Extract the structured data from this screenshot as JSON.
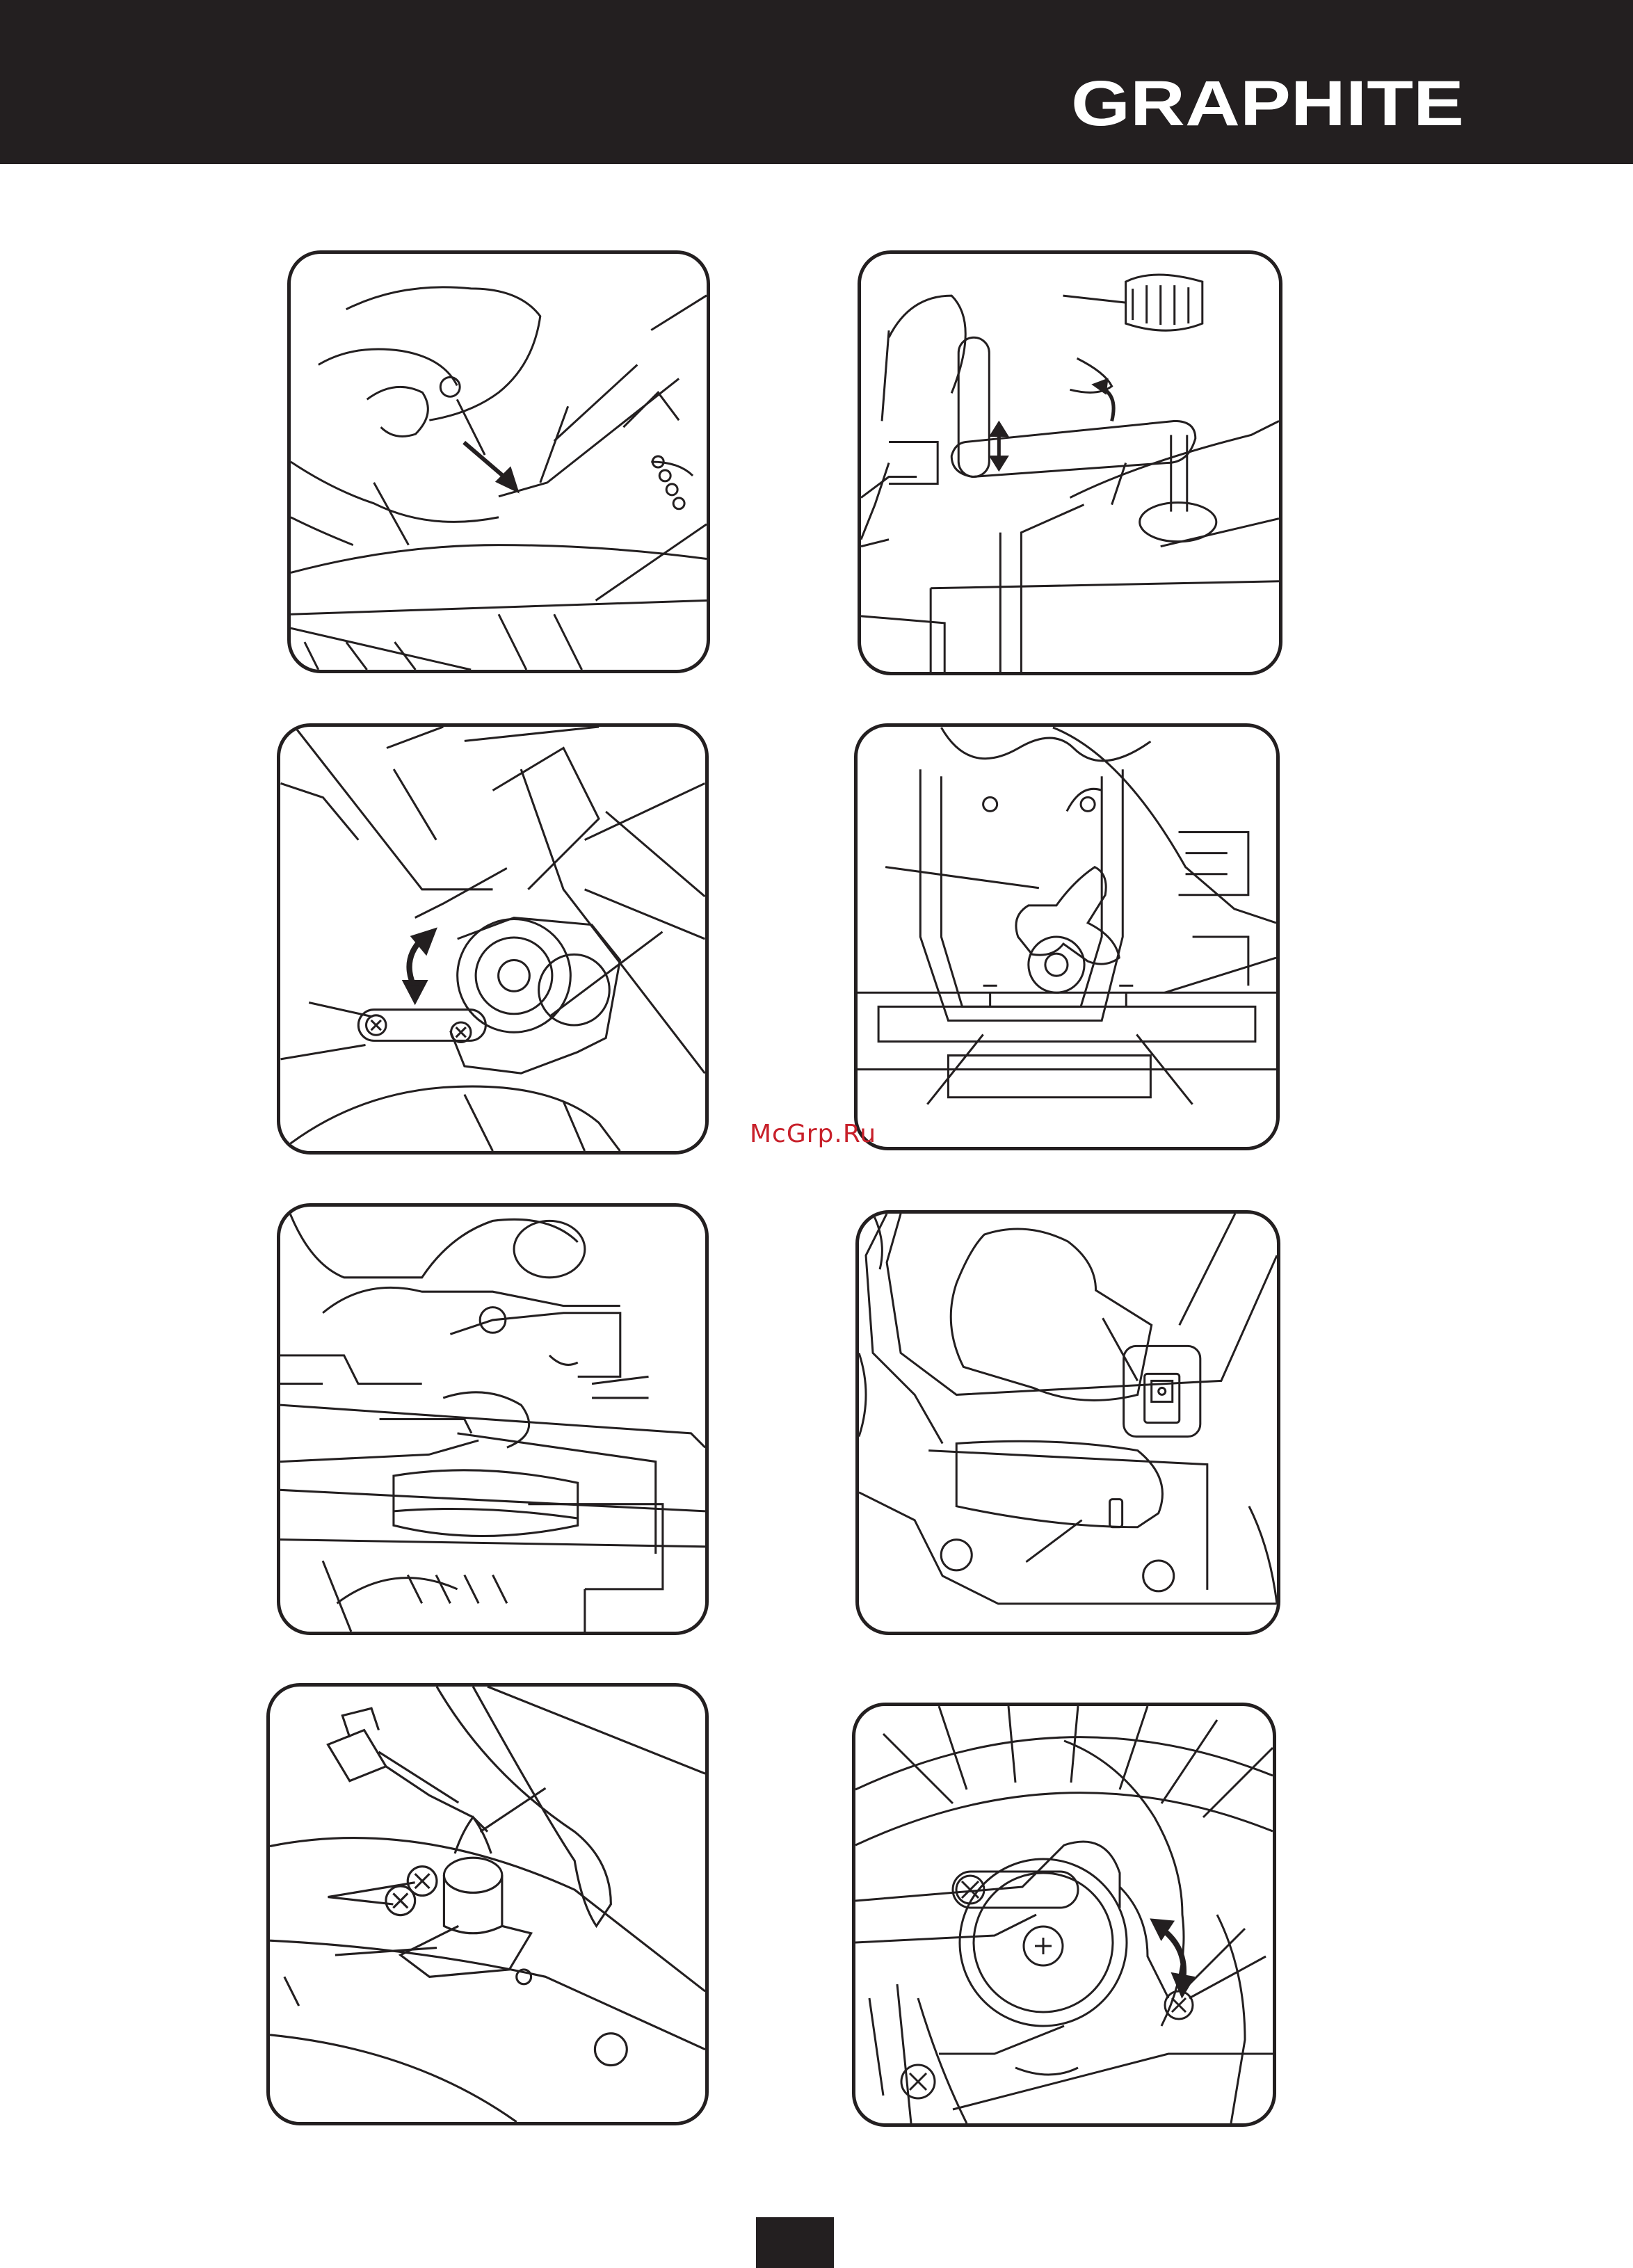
{
  "header": {
    "brand": "GRAPHITE",
    "background_color": "#231f20",
    "logo_color": "#ffffff",
    "logo_accent_color": "#9b9b9b"
  },
  "watermark": {
    "text": "McGrp.Ru",
    "color": "#c8202a"
  },
  "figures": [
    {
      "id": "fig1",
      "subject": "hand removing pin from saw arm",
      "icon": "arrow-down-right"
    },
    {
      "id": "fig2",
      "subject": "workpiece clamp with knob",
      "icon": "rotate-arrow"
    },
    {
      "id": "fig3",
      "subject": "bevel lock lever",
      "icon": "curved-arrow"
    },
    {
      "id": "fig4",
      "subject": "three-arm lock knob",
      "icon": "knob"
    },
    {
      "id": "fig5",
      "subject": "mitre saw overview",
      "icon": "saw"
    },
    {
      "id": "fig6",
      "subject": "power switch and battery cover",
      "icon": "switch"
    },
    {
      "id": "fig7",
      "subject": "laser unit screws",
      "icon": "screws"
    },
    {
      "id": "fig8",
      "subject": "blade guard pivot screw",
      "icon": "curved-arrow"
    }
  ],
  "page_tab": {
    "color": "#231f20"
  }
}
